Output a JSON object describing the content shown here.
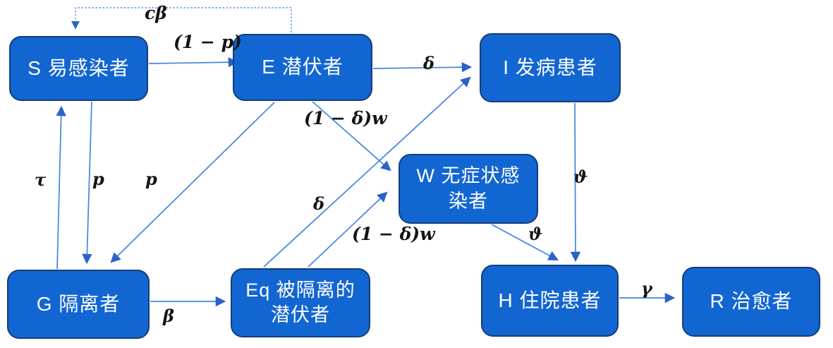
{
  "diagram": {
    "title": "SEIR-type epidemic compartment model flowchart",
    "nodes": {
      "S": {
        "label": "S 易感染者"
      },
      "E": {
        "label": "E 潜伏者"
      },
      "I": {
        "label": "I 发病患者"
      },
      "W": {
        "line1": "W 无症状感",
        "line2": "染者"
      },
      "G": {
        "label": "G 隔离者"
      },
      "Eq": {
        "line1": "Eq 被隔离的",
        "line2": "潜伏者"
      },
      "H": {
        "label": "H 住院患者"
      },
      "R": {
        "label": "R 治愈者"
      }
    },
    "edges": [
      {
        "from": "E",
        "to": "S",
        "label": "cβ",
        "style": "dotted"
      },
      {
        "from": "S",
        "to": "E",
        "label": "(1 − p)",
        "style": "solid"
      },
      {
        "from": "E",
        "to": "I",
        "label": "δ",
        "style": "solid"
      },
      {
        "from": "E",
        "to": "W",
        "label": "(1 − δ)w",
        "style": "solid"
      },
      {
        "from": "G",
        "to": "S",
        "label": "τ",
        "style": "solid"
      },
      {
        "from": "S",
        "to": "G",
        "label": "p",
        "style": "solid"
      },
      {
        "from": "E",
        "to": "G",
        "label": "p",
        "style": "solid"
      },
      {
        "from": "Eq",
        "to": "I",
        "label": "δ",
        "style": "solid"
      },
      {
        "from": "Eq",
        "to": "W",
        "label": "(1 − δ)w",
        "style": "solid"
      },
      {
        "from": "G",
        "to": "Eq",
        "label": "β",
        "style": "solid"
      },
      {
        "from": "I",
        "to": "H",
        "label": "ϑ",
        "style": "solid"
      },
      {
        "from": "W",
        "to": "H",
        "label": "ϑ",
        "style": "solid"
      },
      {
        "from": "H",
        "to": "R",
        "label": "γ",
        "style": "solid"
      }
    ],
    "colors": {
      "node_fill": "#1266d2",
      "node_border": "#153d79",
      "node_text": "#ffffff",
      "arrow_line": "#4484e0",
      "arrow_head": "#2b62c8",
      "dotted_line": "#5b8dd9",
      "label_color": "#141414",
      "bg": "#ffffff"
    }
  }
}
